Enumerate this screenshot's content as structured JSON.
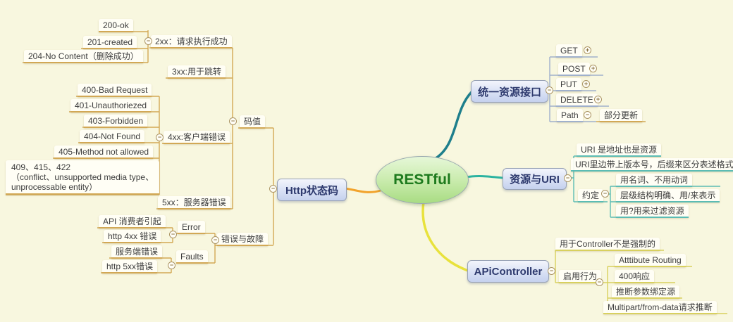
{
  "colors": {
    "canvas_bg": "#f8f7df",
    "branch_http_status": "#f2a32c",
    "branch_uniform_interface": "#1e7f8c",
    "branch_resource_uri": "#2cb3a0",
    "branch_apicontroller": "#e8e23c",
    "underline_left": "#d2a855",
    "underline_interface": "#9fb0cc",
    "underline_resource": "#5bbcb4",
    "underline_api": "#d8d05e",
    "root_fill": "#bfe69b",
    "topic_fill": "#c9d4ef"
  },
  "icons": {
    "collapse": "−",
    "expand": "+"
  },
  "root": {
    "label": "RESTful"
  },
  "http": {
    "topic": "Http状态码",
    "code": {
      "label": "码值",
      "g2xx": {
        "label": "2xx：请求执行成功",
        "c200": "200-ok",
        "c201": "201-created",
        "c204": "204-No Content（删除成功）"
      },
      "g3xx": {
        "label": "3xx:用于跳转"
      },
      "g4xx": {
        "label": "4xx:客户端错误",
        "c400": "400-Bad Request",
        "c401": "401-Unauthoriezed",
        "c403": "403-Forbidden",
        "c404": "404-Not Found",
        "c405": "405-Method not allowed",
        "c409": "409、415、422\n（conflict、unsupported media type、\nunprocessable entity）"
      },
      "g5xx": {
        "label": "5xx：服务器错误"
      }
    },
    "errors": {
      "label": "错误与故障",
      "error": {
        "label": "Error",
        "consumer": "API 消费者引起",
        "http4xx": "http 4xx 错误"
      },
      "faults": {
        "label": "Faults",
        "server": "服务端错误",
        "http5xx": "http 5xx错误"
      }
    }
  },
  "uniform_interface": {
    "topic": "统一资源接口",
    "get": "GET",
    "post": "POST",
    "put": "PUT",
    "delete": "DELETE",
    "path": "Path",
    "partial_update": "部分更新"
  },
  "resource_uri": {
    "topic": "资源与URI",
    "uri_is_resource": "URI 是地址也是资源",
    "uri_version": "URI里边带上版本号，后缀来区分表述格式",
    "convention": {
      "label": "约定",
      "nouns": "用名词、不用动词",
      "hierarchy": "层级结构明确、用/来表示",
      "filter": "用?用来过滤资源"
    }
  },
  "apicontroller": {
    "topic": "APiController",
    "not_mandatory": "用于Controller不是强制的",
    "behaviors": {
      "label": "启用行为",
      "attribute_routing": "Atttibute Routing",
      "response_400": "400响应",
      "infer_binding": "推断参数绑定源",
      "multipart": "Multipart/from-data请求推断"
    }
  }
}
